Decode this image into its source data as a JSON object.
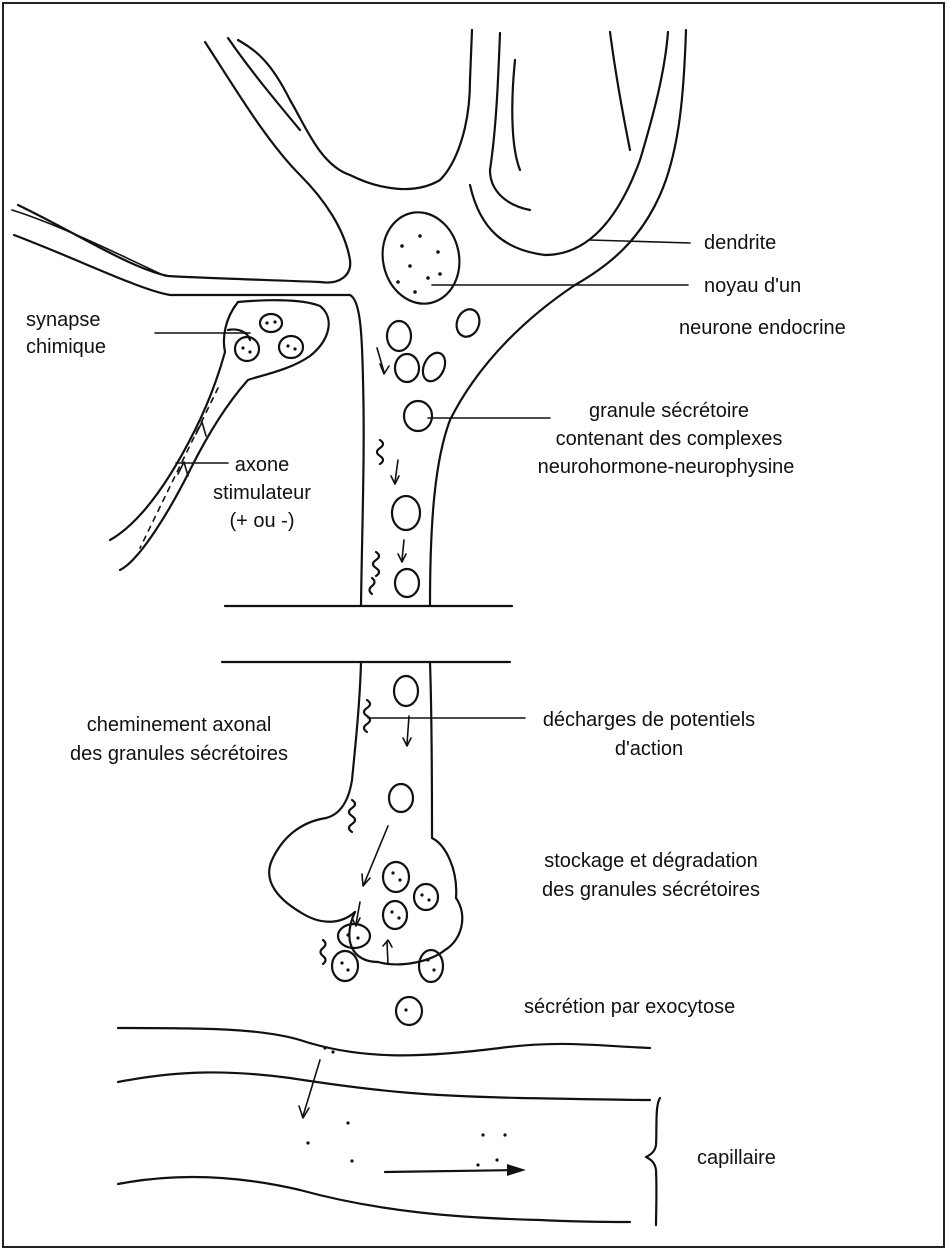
{
  "labels": {
    "dendrite": "dendrite",
    "noyau_1": "noyau d'un",
    "noyau_2": "neurone endocrine",
    "synapse_1": "synapse",
    "synapse_2": "chimique",
    "axone_1": "axone",
    "axone_2": "stimulateur",
    "axone_3": "(+ ou -)",
    "granule_1": "granule sécrétoire",
    "granule_2": "contenant des complexes",
    "granule_3": "neurohormone-neurophysine",
    "cheminement_1": "cheminement axonal",
    "cheminement_2": "des granules sécrétoires",
    "decharges_1": "décharges de potentiels",
    "decharges_2": "d'action",
    "stockage_1": "stockage et dégradation",
    "stockage_2": "des granules sécrétoires",
    "secretion": "sécrétion par exocytose",
    "capillaire": "capillaire"
  }
}
